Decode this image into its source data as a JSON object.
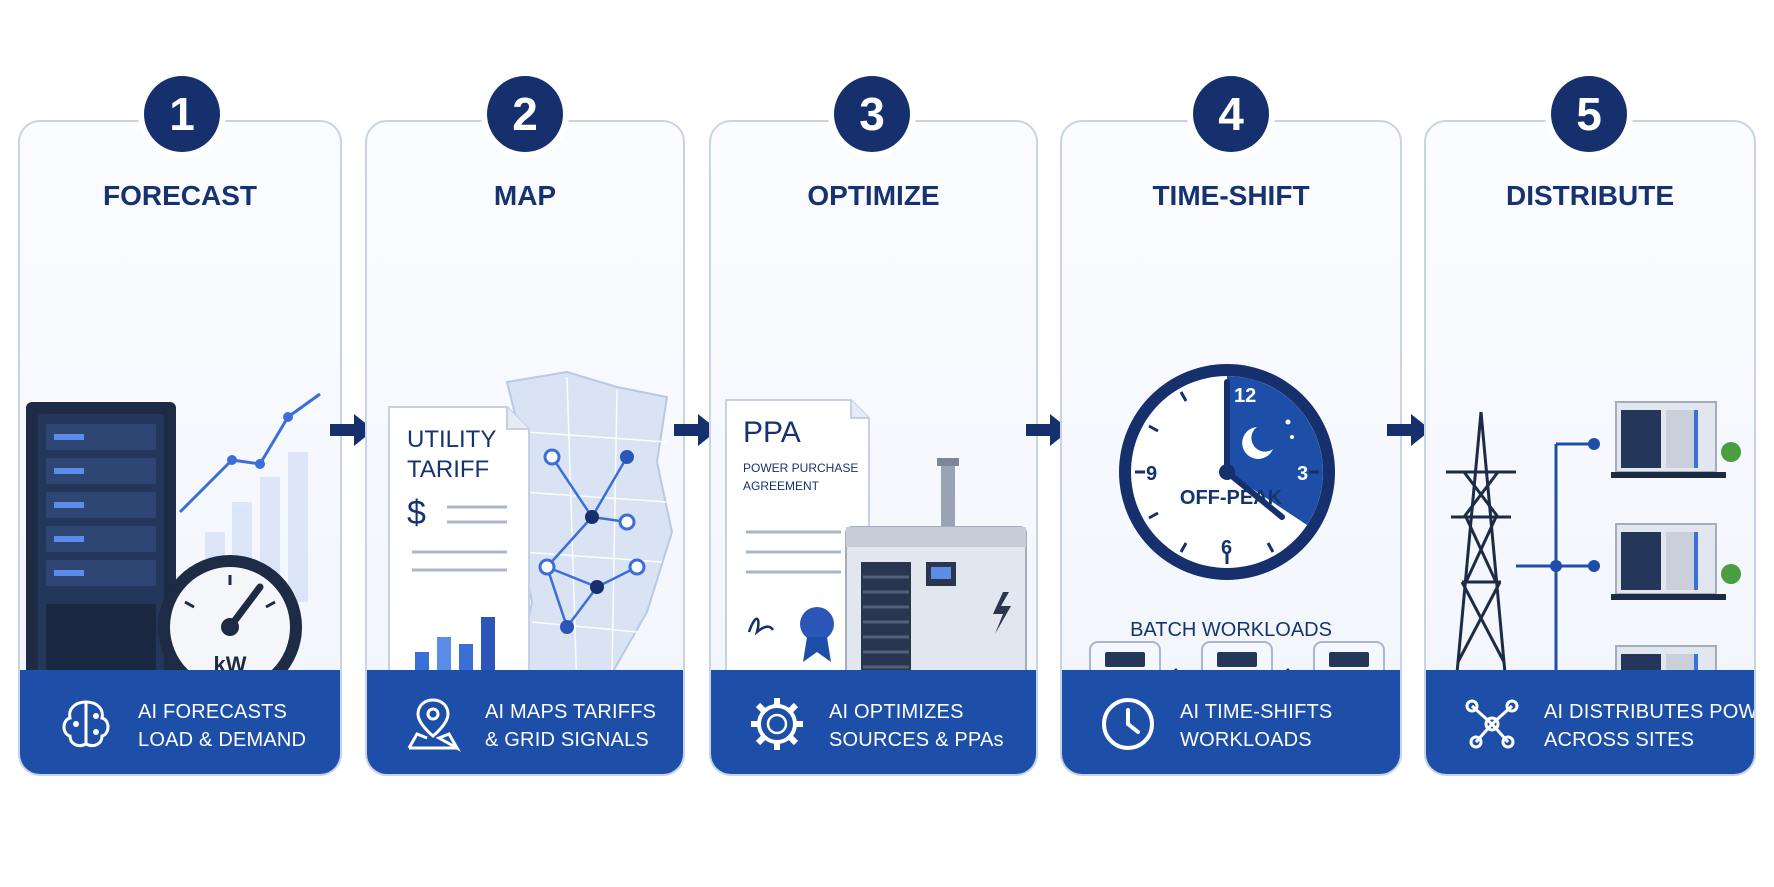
{
  "steps": [
    {
      "number": "1",
      "title": "FORECAST",
      "footer_line1": "AI FORECASTS",
      "footer_line2": "LOAD & DEMAND",
      "gauge_unit": "kW"
    },
    {
      "number": "2",
      "title": "MAP",
      "footer_line1": "AI MAPS TARIFFS",
      "footer_line2": "& GRID SIGNALS",
      "doc_line1": "UTILITY",
      "doc_line2": "TARIFF",
      "currency": "$"
    },
    {
      "number": "3",
      "title": "OPTIMIZE",
      "footer_line1": "AI OPTIMIZES",
      "footer_line2": "SOURCES & PPAs",
      "doc_title": "PPA",
      "doc_sub1": "POWER PURCHASE",
      "doc_sub2": "AGREEMENT"
    },
    {
      "number": "4",
      "title": "TIME-SHIFT",
      "footer_line1": "AI TIME-SHIFTS",
      "footer_line2": "WORKLOADS",
      "clock_12": "12",
      "clock_3": "3",
      "clock_6": "6",
      "clock_9": "9",
      "offpeak_label": "OFF-PEAK",
      "batch_label": "BATCH WORKLOADS"
    },
    {
      "number": "5",
      "title": "DISTRIBUTE",
      "footer_line1": "AI DISTRIBUTES POWER",
      "footer_line2": "ACROSS SITES"
    }
  ],
  "icons": [
    "brain-circuit-icon",
    "map-pin-icon",
    "gear-brain-icon",
    "clock-icon",
    "network-icon"
  ],
  "colors": {
    "navy": "#16306e",
    "accent": "#1e4fa8",
    "light_accent": "#3a6fd8",
    "border": "#c9d3e6"
  }
}
